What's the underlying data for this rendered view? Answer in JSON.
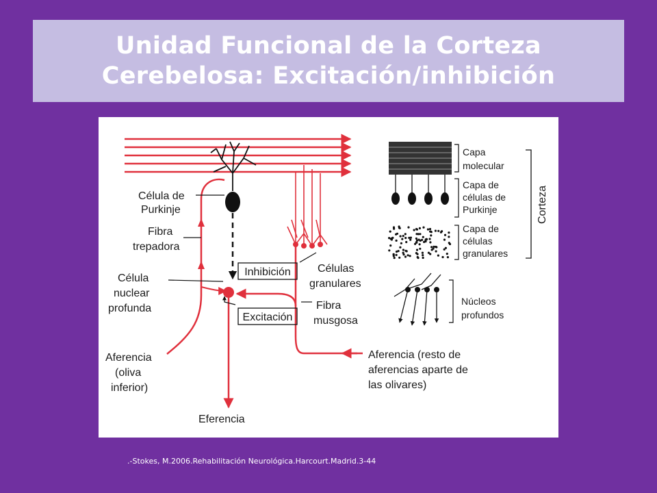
{
  "slide": {
    "title_line1": "Unidad Funcional de la Corteza",
    "title_line2": "Cerebelosa: Excitación/inhibición",
    "citation": ".-Stokes, M.2006.Rehabilitación Neurológica.Harcourt.Madrid.3-44"
  },
  "colors": {
    "background": "#7030a0",
    "title_box": "#c5bde2",
    "pathway_red": "#e0303c"
  },
  "diagram": {
    "labels": {
      "purkinje_1": "Célula de",
      "purkinje_2": "Purkinje",
      "trepadora_1": "Fibra",
      "trepadora_2": "trepadora",
      "nuclear_1": "Célula",
      "nuclear_2": "nuclear",
      "nuclear_3": "profunda",
      "aferencia_oliva_1": "Aferencia",
      "aferencia_oliva_2": "(oliva",
      "aferencia_oliva_3": "inferior)",
      "eferencia": "Eferencia",
      "inhibicion": "Inhibición",
      "excitacion": "Excitación",
      "granulares_1": "Células",
      "granulares_2": "granulares",
      "musgosa_1": "Fibra",
      "musgosa_2": "musgosa",
      "aferencia_resto_1": "Aferencia (resto de",
      "aferencia_resto_2": "aferencias aparte de",
      "aferencia_resto_3": "las olivares)"
    },
    "legend": {
      "molecular_1": "Capa",
      "molecular_2": "molecular",
      "purkinje_layer_1": "Capa de",
      "purkinje_layer_2": "células de",
      "purkinje_layer_3": "Purkinje",
      "granular_layer_1": "Capa de",
      "granular_layer_2": "células",
      "granular_layer_3": "granulares",
      "nucleos_1": "Núcleos",
      "nucleos_2": "profundos",
      "corteza": "Corteza"
    }
  }
}
